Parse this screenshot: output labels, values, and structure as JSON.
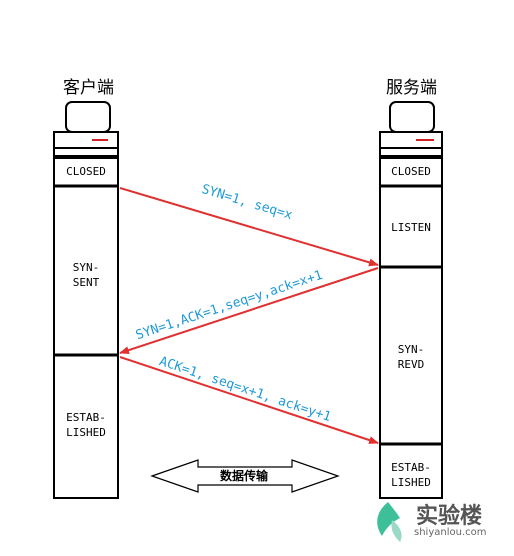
{
  "client": {
    "title": "客户端",
    "states": [
      "CLOSED",
      "SYN-\nSENT",
      "ESTAB-\nLISHED"
    ]
  },
  "server": {
    "title": "服务端",
    "states": [
      "CLOSED",
      "LISTEN",
      "SYN-\nREVD",
      "ESTAB-\nLISHED"
    ]
  },
  "messages": [
    {
      "text": "SYN=1, seq=x",
      "direction": "client-to-server"
    },
    {
      "text": "SYN=1,ACK=1,seq=y,ack=x+1",
      "direction": "server-to-client"
    },
    {
      "text": "ACK=1, seq=x+1, ack=y+1",
      "direction": "client-to-server"
    }
  ],
  "transfer_label": "数据传输",
  "watermark": {
    "brand": "实验楼",
    "url": "shiyanlou.com"
  },
  "colors": {
    "arrow": "#e03030",
    "message_text": "#1f9ad6",
    "indicator": "#d02020"
  }
}
